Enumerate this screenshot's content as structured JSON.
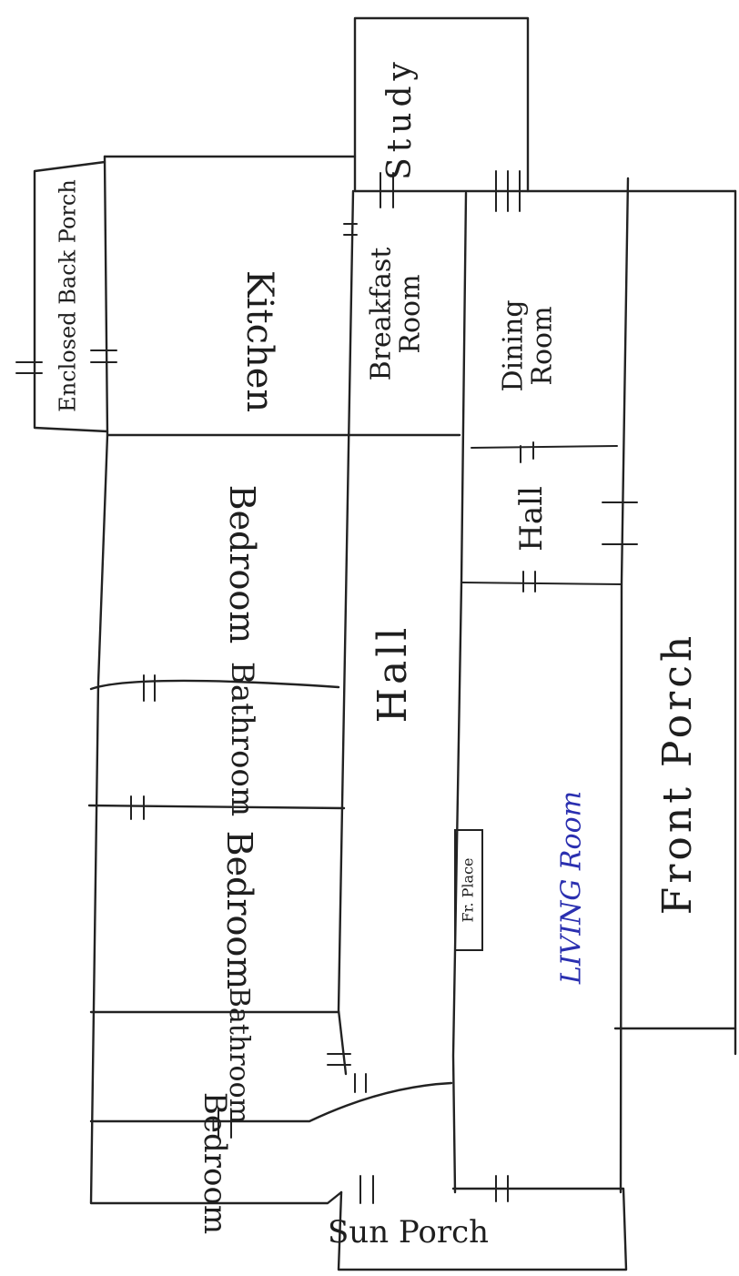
{
  "rooms": {
    "study": "Study",
    "enclosed_back_porch": "Enclosed Back Porch",
    "kitchen": "Kitchen",
    "breakfast_room": "Breakfast Room",
    "dining_room": "Dining Room",
    "hall_small": "Hall",
    "bedroom_1": "Bedroom",
    "hall_main": "Hall",
    "bathroom_1": "Bathroom",
    "front_porch": "Front Porch",
    "bedroom_2": "Bedroom",
    "fireplace": "Fr. Place",
    "living_room": "LIVING Room",
    "bathroom_2": "Bathroom",
    "bedroom_3": "Bedroom",
    "sun_porch": "Sun Porch"
  },
  "colors": {
    "ink": "#222222",
    "living_room_ink": "#2a2fb0",
    "paper": "#ffffff"
  }
}
